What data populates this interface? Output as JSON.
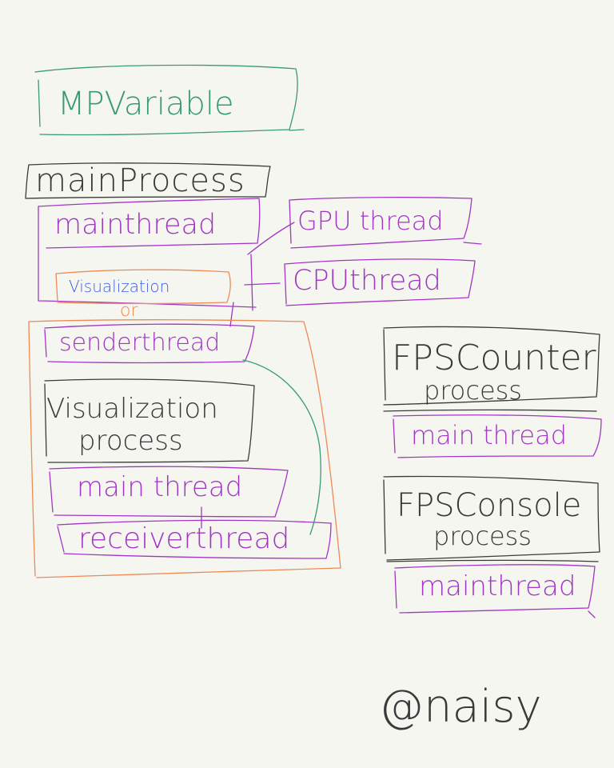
{
  "colors": {
    "background": "#f6f6f1",
    "green": "#3a9a72",
    "black": "#3a3a3a",
    "purple": "#a236c4",
    "blue": "#3b5fe0",
    "orange": "#ee8a55"
  },
  "labels": {
    "mpvariable": "MPVariable",
    "main_process": "mainProcess",
    "main_thread": "mainthread",
    "gpu_thread": "GPU thread",
    "cpu_thread": "CPUthread",
    "visualization": "Visualization",
    "or": "or",
    "sender_thread": "senderthread",
    "visualization_process_line1": "Visualization",
    "visualization_process_line2": "process",
    "vis_main_thread": "main thread",
    "receiver_thread": "receiverthread",
    "fps_counter_line1": "FPSCounter",
    "fps_counter_line2": "process",
    "fps_counter_main_thread": "main thread",
    "fps_console_line1": "FPSConsole",
    "fps_console_line2": "process",
    "fps_console_main_thread": "mainthread",
    "signature": "@naisy"
  }
}
